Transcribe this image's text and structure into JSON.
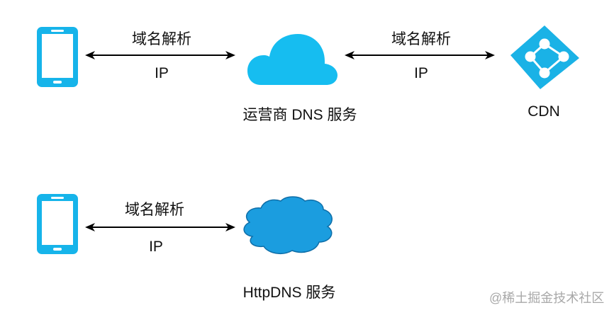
{
  "colors": {
    "phone": "#16b4ea",
    "cloud_carrier": "#16bdf0",
    "cloud_httpdns": "#1b9ddf",
    "cloud_httpdns_stroke": "#0e6ea8",
    "cdn": "#1ab2e6",
    "arrow": "#000000",
    "watermark": "#a8a8a8"
  },
  "top_flow": {
    "client_icon": "mobile-phone",
    "arrow1": {
      "top_label": "域名解析",
      "bottom_label": "IP",
      "direction": "bidirectional"
    },
    "carrier_dns": {
      "icon": "cloud",
      "label": "运营商 DNS 服务"
    },
    "arrow2": {
      "top_label": "域名解析",
      "bottom_label": "IP",
      "direction": "bidirectional"
    },
    "cdn": {
      "icon": "cdn-network-diamond",
      "label": "CDN"
    }
  },
  "bottom_flow": {
    "client_icon": "mobile-phone",
    "arrow1": {
      "top_label": "域名解析",
      "bottom_label": "IP",
      "direction": "bidirectional"
    },
    "httpdns": {
      "icon": "cloud",
      "label": "HttpDNS 服务"
    }
  },
  "watermark": "@稀土掘金技术社区"
}
